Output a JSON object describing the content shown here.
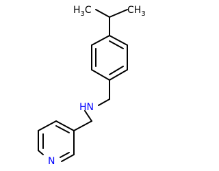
{
  "molecule": {
    "atoms": {
      "methyl_left": {
        "text": "H",
        "sub": "3",
        "tail": "C"
      },
      "methyl_right": {
        "text": "CH",
        "sub": "3"
      },
      "amine": {
        "text": "HN"
      },
      "pyridine_n": {
        "text": "N"
      }
    },
    "colors": {
      "bond": "#000000",
      "carbon_label": "#000000",
      "nitrogen_label": "#0000ff",
      "background": "#ffffff"
    }
  }
}
